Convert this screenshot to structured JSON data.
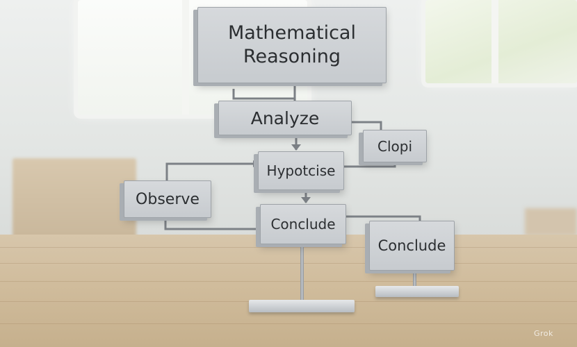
{
  "diagram": {
    "title_line1": "Mathematical",
    "title_line2": "Reasoning",
    "nodes": {
      "analyze": "Analyze",
      "clopi": "Clopi",
      "hypothesis": "Hypotcise",
      "observe": "Observe",
      "conclude_center": "Conclude",
      "conclude_right": "Conclude"
    }
  },
  "watermark": "Grok"
}
